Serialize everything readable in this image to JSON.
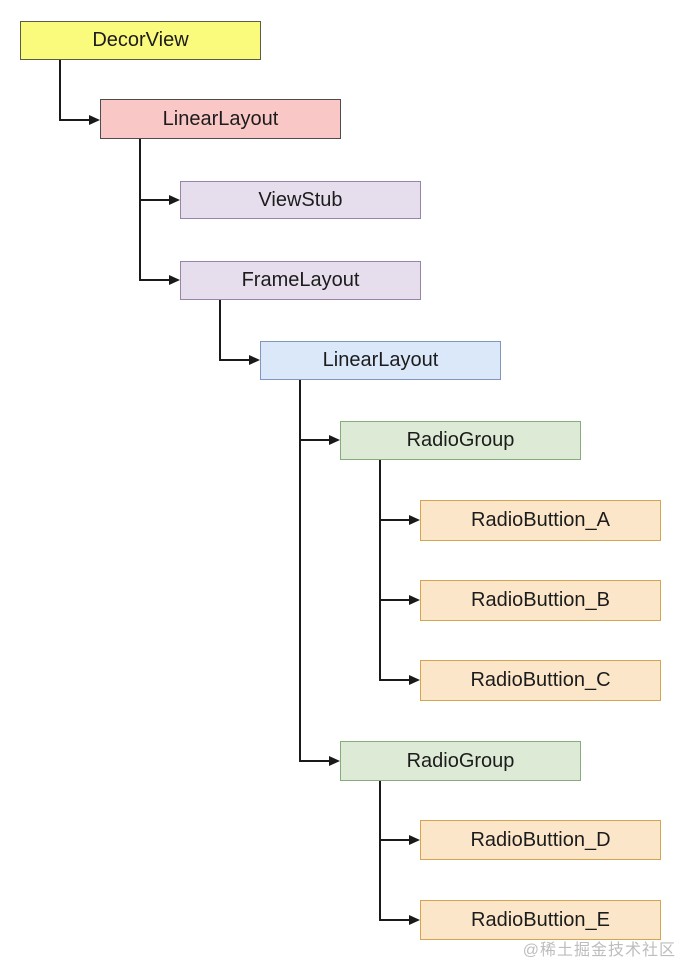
{
  "diagram": {
    "description": "Android DecorView view-hierarchy tree diagram",
    "nodes": [
      {
        "id": "decorview",
        "label": "DecorView",
        "color": "#fafa7d"
      },
      {
        "id": "linearlayout-1",
        "label": "LinearLayout",
        "color": "#f9c7c6"
      },
      {
        "id": "viewstub",
        "label": "ViewStub",
        "color": "#e7deed"
      },
      {
        "id": "framelayout",
        "label": "FrameLayout",
        "color": "#e7deed"
      },
      {
        "id": "linearlayout-2",
        "label": "LinearLayout",
        "color": "#dbe8fa"
      },
      {
        "id": "radiogroup-1",
        "label": "RadioGroup",
        "color": "#ddebd6"
      },
      {
        "id": "radiobuttion-a",
        "label": "RadioButtion_A",
        "color": "#fbe6c9"
      },
      {
        "id": "radiobuttion-b",
        "label": "RadioButtion_B",
        "color": "#fbe6c9"
      },
      {
        "id": "radiobuttion-c",
        "label": "RadioButtion_C",
        "color": "#fbe6c9"
      },
      {
        "id": "radiogroup-2",
        "label": "RadioGroup",
        "color": "#ddebd6"
      },
      {
        "id": "radiobuttion-d",
        "label": "RadioButtion_D",
        "color": "#fbe6c9"
      },
      {
        "id": "radiobuttion-e",
        "label": "RadioButtion_E",
        "color": "#fbe6c9"
      }
    ],
    "edges": [
      {
        "from": "decorview",
        "to": "linearlayout-1"
      },
      {
        "from": "linearlayout-1",
        "to": "viewstub"
      },
      {
        "from": "linearlayout-1",
        "to": "framelayout"
      },
      {
        "from": "framelayout",
        "to": "linearlayout-2"
      },
      {
        "from": "linearlayout-2",
        "to": "radiogroup-1"
      },
      {
        "from": "linearlayout-2",
        "to": "radiogroup-2"
      },
      {
        "from": "radiogroup-1",
        "to": "radiobuttion-a"
      },
      {
        "from": "radiogroup-1",
        "to": "radiobuttion-b"
      },
      {
        "from": "radiogroup-1",
        "to": "radiobuttion-c"
      },
      {
        "from": "radiogroup-2",
        "to": "radiobuttion-d"
      },
      {
        "from": "radiogroup-2",
        "to": "radiobuttion-e"
      }
    ],
    "edge_color": "#1a1a1a",
    "watermark": "@稀土掘金技术社区"
  }
}
